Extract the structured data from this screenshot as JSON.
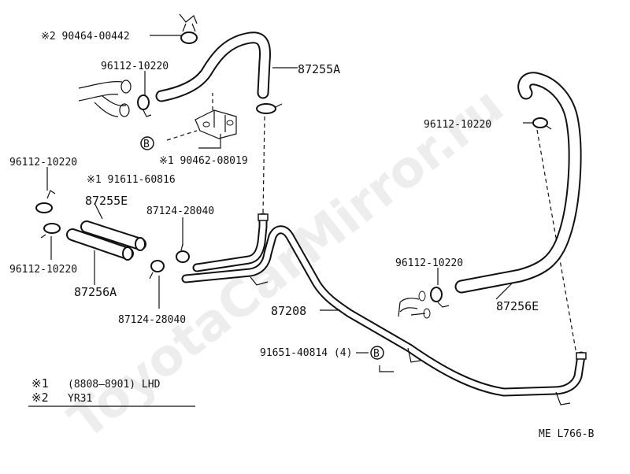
{
  "watermark": "ToyotaCarMirror.ru",
  "diagram_code": "ME L766-B",
  "labels": {
    "clip_90464": "※2 90464-00442",
    "hose_87255A": "87255A",
    "clamp_96112_a": "96112-10220",
    "clamp_96112_b": "96112-10220",
    "clamp_96112_c": "96112-10220",
    "clamp_96112_d": "96112-10220",
    "clamp_96112_e": "96112-10220",
    "bracket_90462": "※1 90462-08019",
    "bolt_91611": "※1 91611-60816",
    "hose_87255E": "87255E",
    "hose_87256A": "87256A",
    "clamp_87124_a": "87124-28040",
    "clamp_87124_b": "87124-28040",
    "pipe_87208": "87208",
    "bolt_91651": "91651-40814 (4)",
    "hose_87256E": "87256E",
    "ref_B": "B"
  },
  "notes": [
    {
      "mark": "※1",
      "text": "(8808–8901) LHD"
    },
    {
      "mark": "※2",
      "text": "YR31"
    }
  ]
}
